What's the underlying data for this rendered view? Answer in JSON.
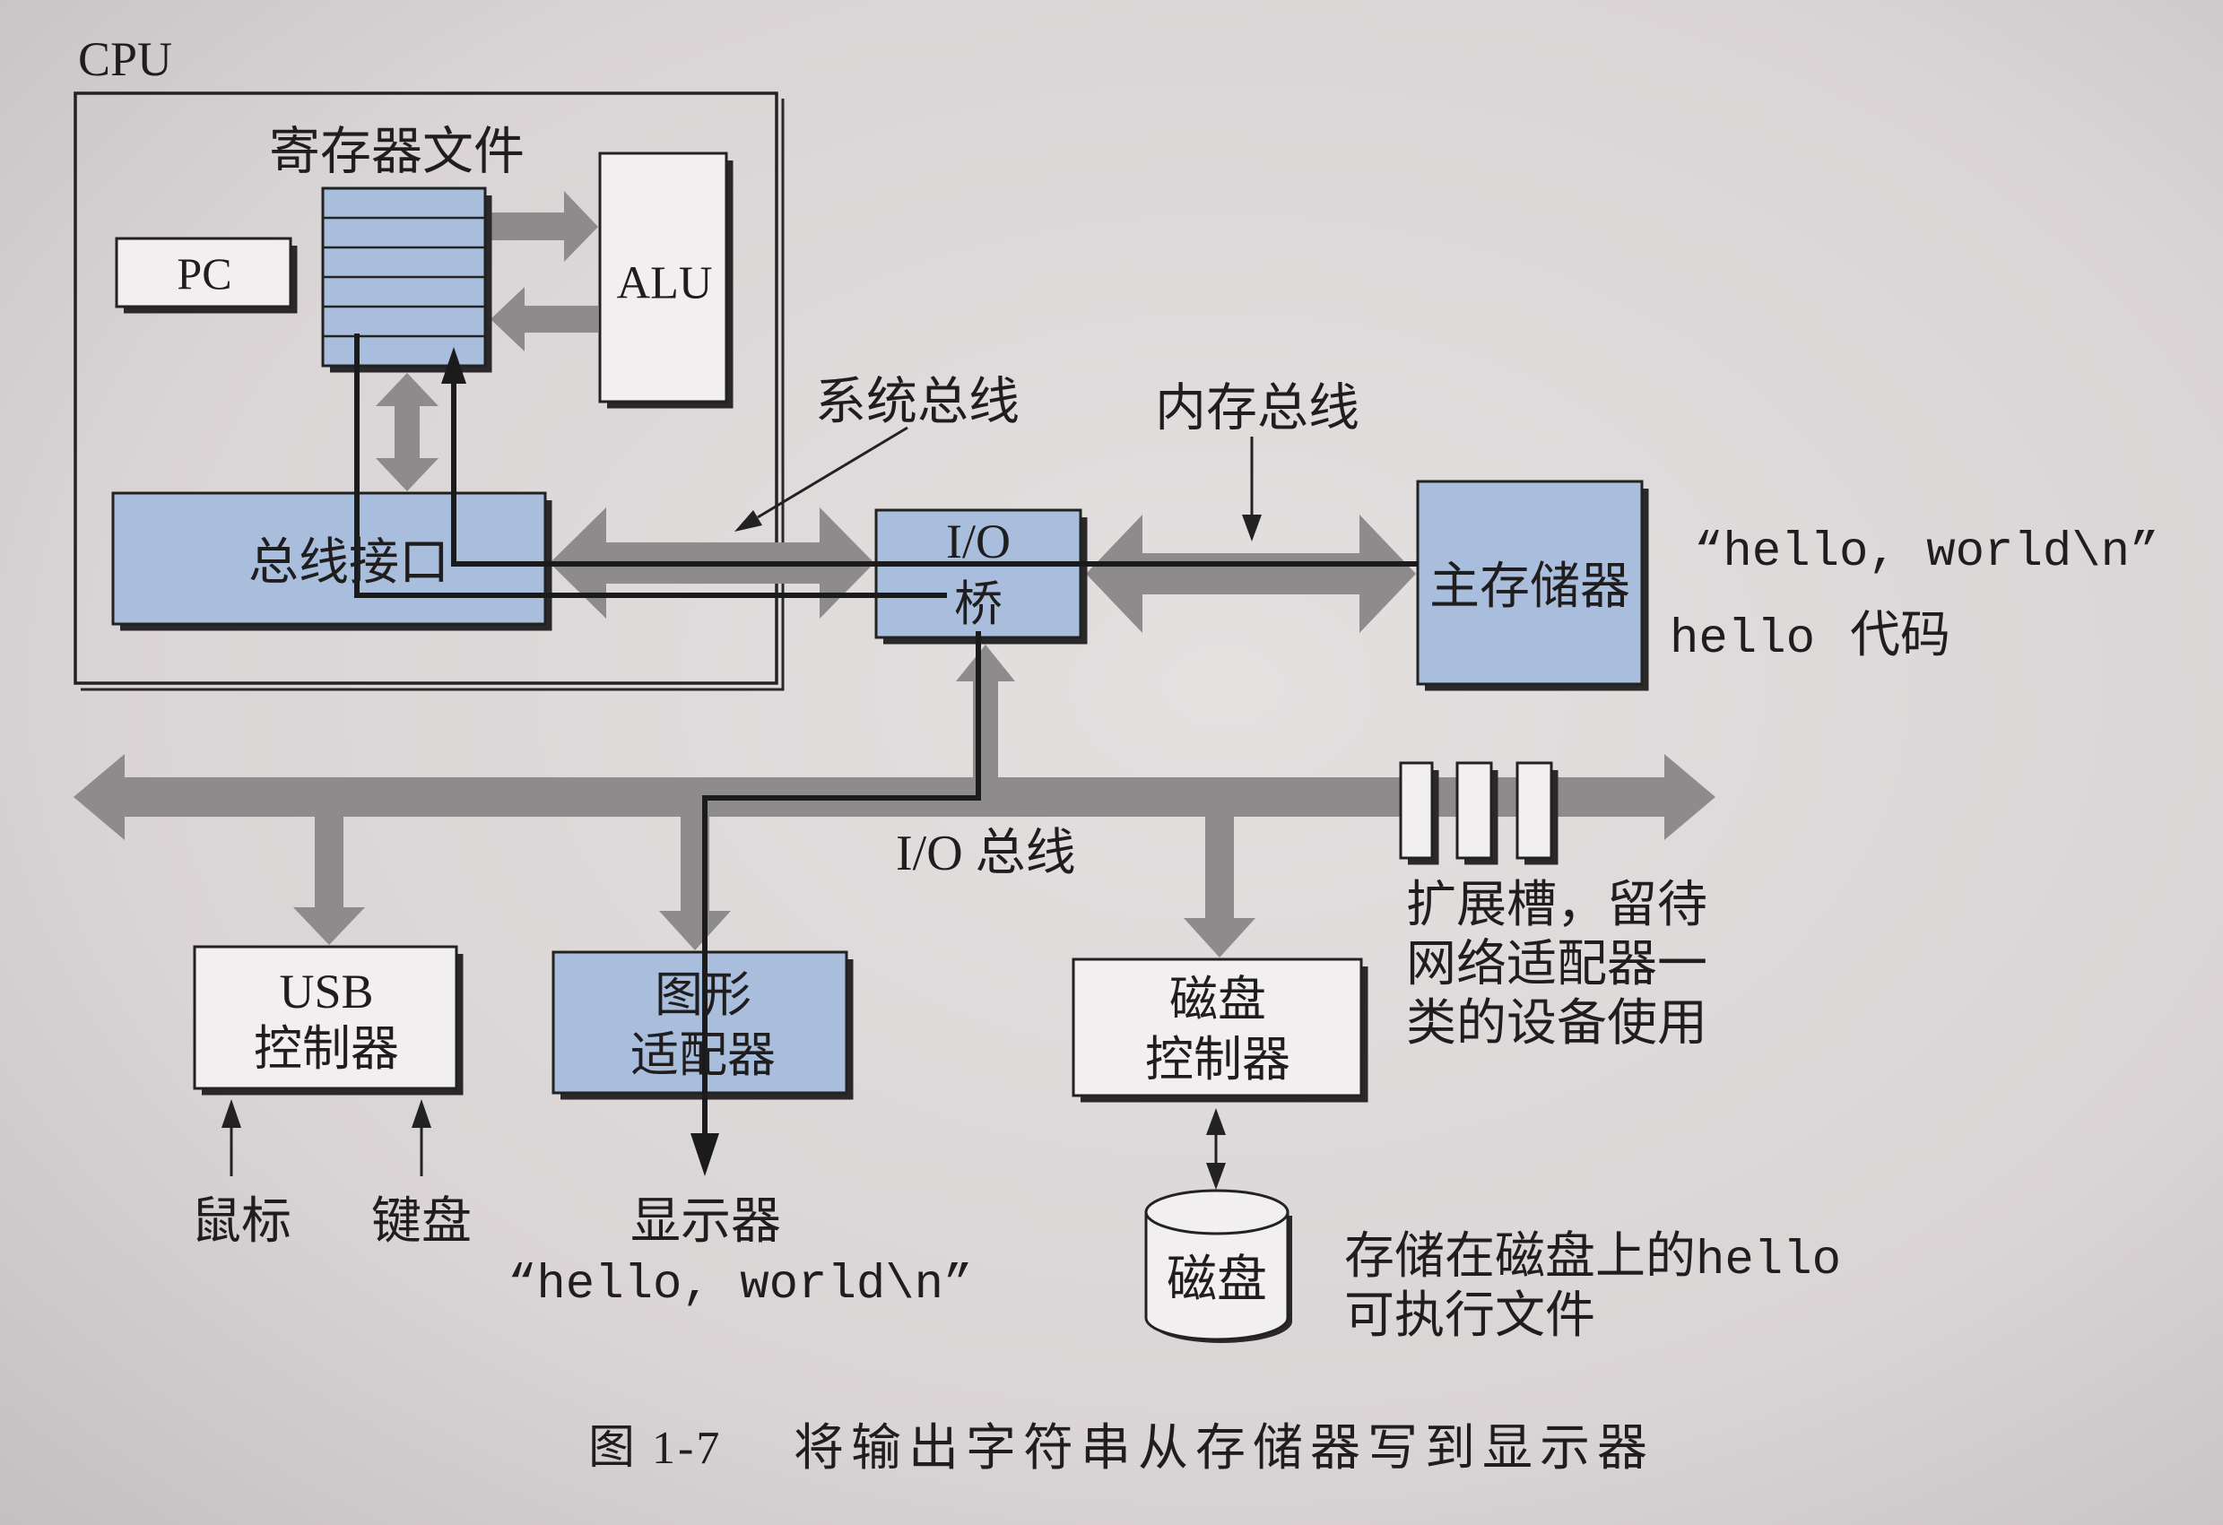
{
  "figure": {
    "caption_number": "图 1-7",
    "caption_text": "将输出字符串从存储器写到显示器"
  },
  "cpu": {
    "label": "CPU",
    "register_file": {
      "label": "寄存器文件"
    },
    "pc": {
      "label": "PC"
    },
    "alu": {
      "label": "ALU"
    },
    "bus_interface": {
      "label": "总线接口"
    }
  },
  "buses": {
    "system_bus": "系统总线",
    "memory_bus": "内存总线",
    "io_bus": "I/O 总线"
  },
  "io_bridge": {
    "line1": "I/O",
    "line2": "桥"
  },
  "main_memory": {
    "label": "主存储器",
    "string": "“hello, world\\n”",
    "code_name": "hello",
    "code_label": "代码"
  },
  "expansion_slots": {
    "note": [
      "扩展槽，留待",
      "网络适配器一",
      "类的设备使用"
    ]
  },
  "usb_controller": {
    "line1": "USB",
    "line2": "控制器",
    "inputs": [
      "鼠标",
      "键盘"
    ]
  },
  "graphics_adapter": {
    "line1": "图形",
    "line2": "适配器",
    "output": "显示器",
    "output_string": "“hello, world\\n”"
  },
  "disk_controller": {
    "line1": "磁盘",
    "line2": "控制器"
  },
  "disk": {
    "label": "磁盘",
    "note_text": "存储在磁盘上的",
    "note_code": "hello",
    "note_line2": "可执行文件"
  },
  "colors": {
    "bus_gray": "#8d8b8c",
    "unit_blue": "#a8bedc",
    "data_path": "#1c1b1c",
    "caption_number": "#4f6f9f"
  }
}
